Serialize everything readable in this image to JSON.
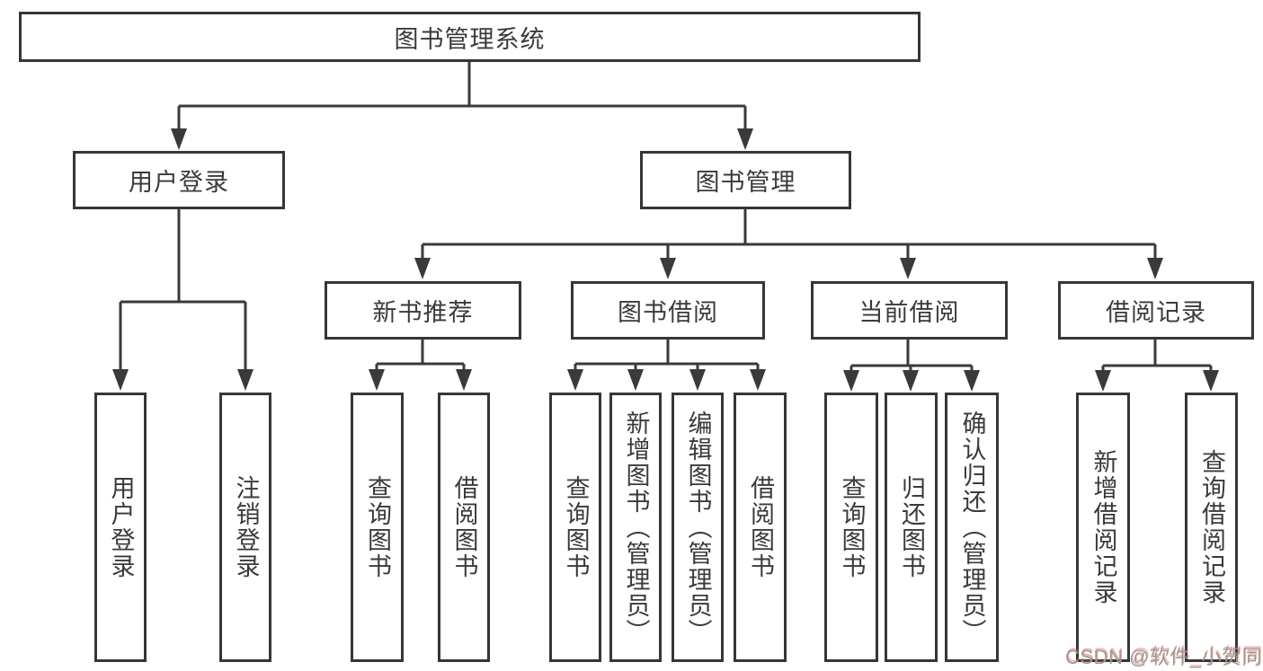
{
  "diagram": {
    "watermark": "CSDN @软件_小贺同学",
    "colors": {
      "line": "#3a3a3a",
      "box_border": "#363636",
      "text": "#3a3a3a",
      "background": "#ffffff",
      "watermark_gray": "#9a9a9a",
      "watermark_accent": "#e1503c"
    },
    "root": {
      "label": "图书管理系统",
      "children": [
        {
          "label": "用户登录",
          "children": [
            {
              "label": "用户登录"
            },
            {
              "label": "注销登录"
            }
          ]
        },
        {
          "label": "图书管理",
          "children": [
            {
              "label": "新书推荐",
              "children": [
                {
                  "label": "查询图书"
                },
                {
                  "label": "借阅图书"
                }
              ]
            },
            {
              "label": "图书借阅",
              "children": [
                {
                  "label": "查询图书"
                },
                {
                  "label": "新增图书（管理员）"
                },
                {
                  "label": "编辑图书（管理员）"
                },
                {
                  "label": "借阅图书"
                }
              ]
            },
            {
              "label": "当前借阅",
              "children": [
                {
                  "label": "查询图书"
                },
                {
                  "label": "归还图书"
                },
                {
                  "label": "确认归还（管理员）"
                }
              ]
            },
            {
              "label": "借阅记录",
              "children": [
                {
                  "label": "新增借阅记录"
                },
                {
                  "label": "查询借阅记录"
                }
              ]
            }
          ]
        }
      ]
    }
  }
}
